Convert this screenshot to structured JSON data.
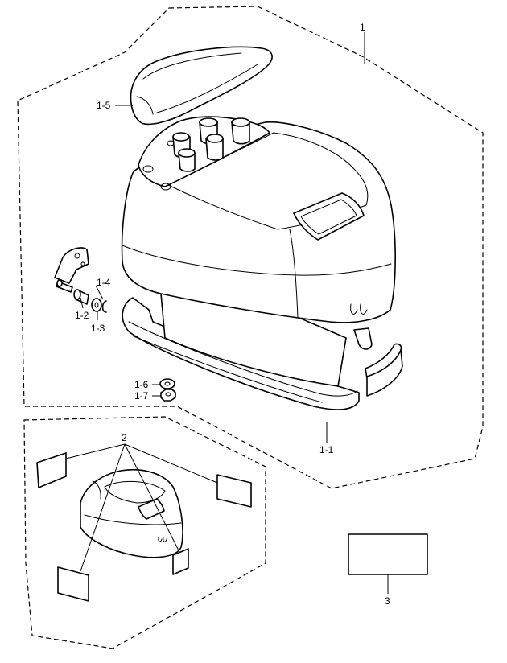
{
  "labels": {
    "kit_main": "1",
    "top_cover": "1-5",
    "bracket_pin_1": "1-2",
    "bracket_pin_2": "1-3",
    "bracket_pin_3": "1-4",
    "washer": "1-6",
    "nut": "1-7",
    "seal": "1-1",
    "decal": "2",
    "label_plate": "3"
  }
}
